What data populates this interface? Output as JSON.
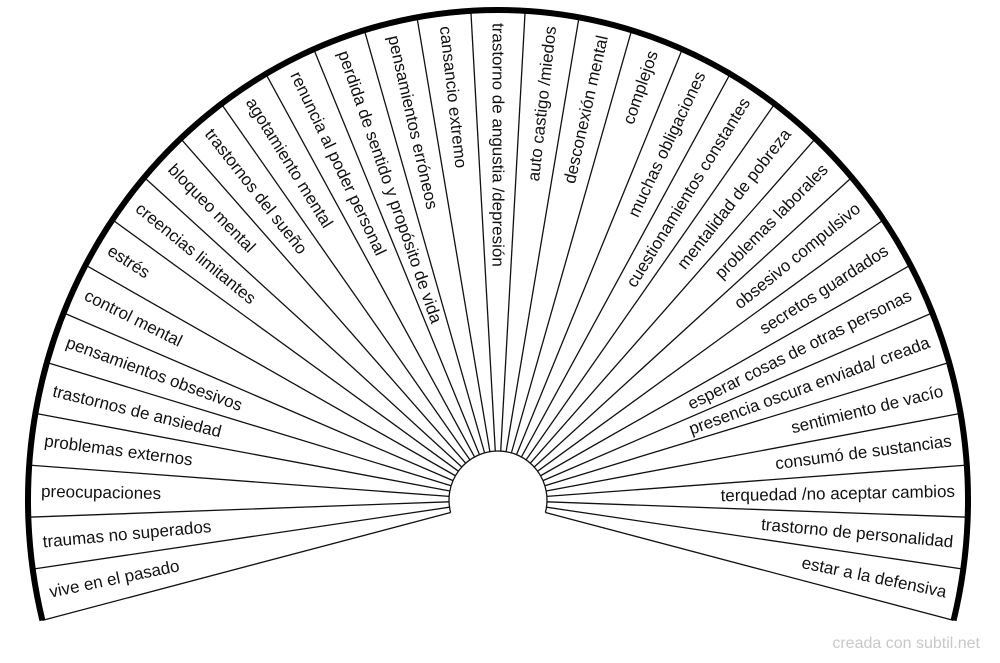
{
  "diagram": {
    "type": "semicircular pendulum chart",
    "segments": [
      "vive en el pasado",
      "traumas no superados",
      "preocupaciones",
      "problemas externos",
      "trastornos de ansiedad",
      "pensamientos obsesivos",
      "control mental",
      "estrés",
      "creencias limitantes",
      "bloqueo mental",
      "trastornos del sueño",
      "agotamiento mental",
      "renuncia al poder personal",
      "perdida de sentido y propósito de vida",
      "pensamientos erróneos",
      "cansancio extremo",
      "trastorno de angustia /depresión",
      "auto castigo /miedos",
      "desconexión mental",
      "complejos",
      "muchas obligaciones",
      "cuestionamientos constantes",
      "mentalidad de pobreza",
      "problemas laborales",
      "obsesivo compulsivo",
      "secretos guardados",
      "esperar cosas de otras personas",
      "presencia oscura enviada/ creada",
      "sentimiento de vacío",
      "consumó de sustancias",
      "terquedad /no aceptar cambios",
      "trastorno de personalidad",
      "estar a la defensiva"
    ],
    "span_degrees": 209.6
  },
  "watermark": "creada con subtil.net"
}
